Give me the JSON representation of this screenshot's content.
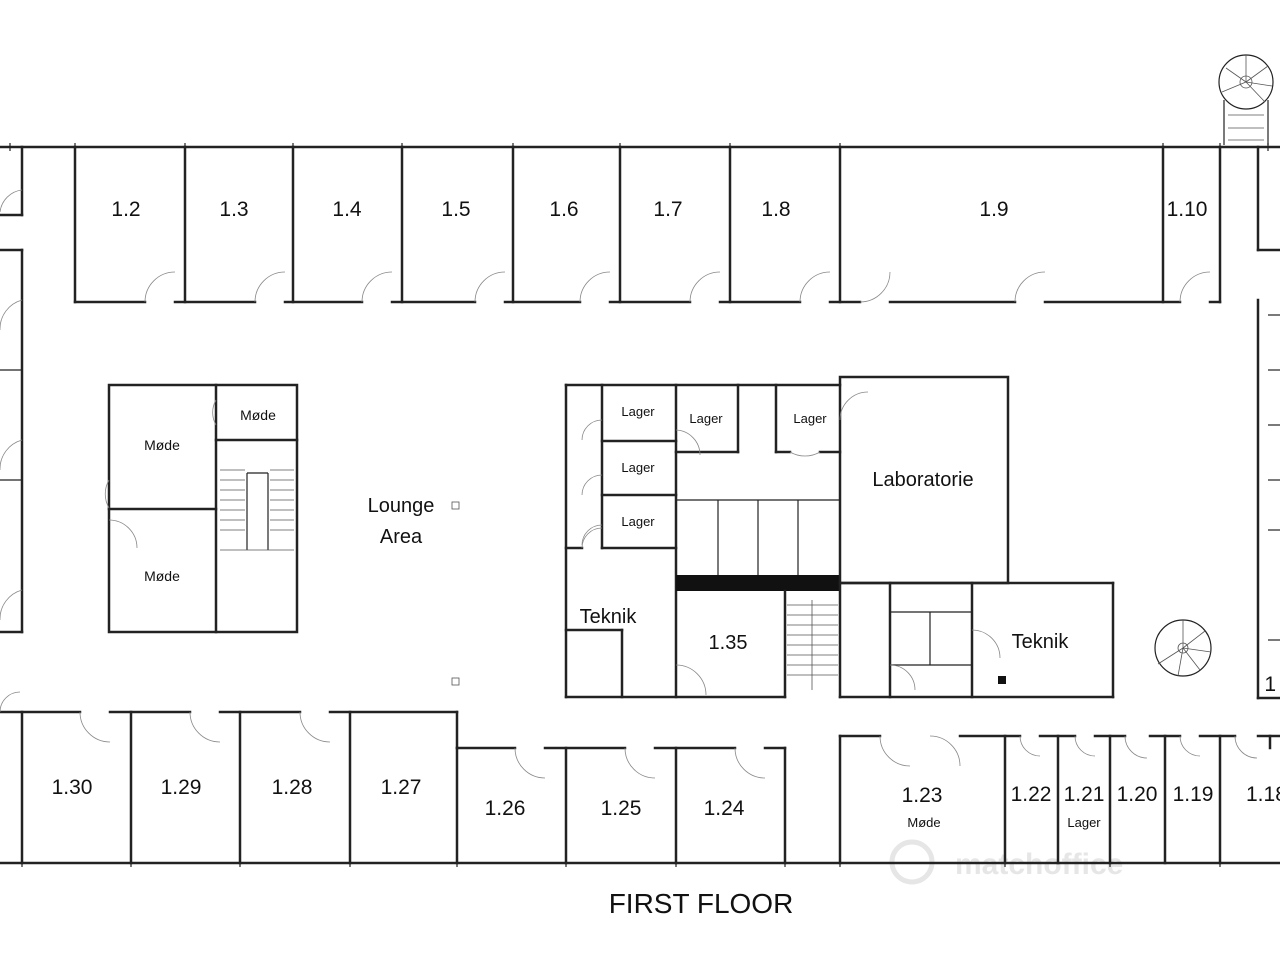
{
  "floor_title": "FIRST FLOOR",
  "watermark": "matchoffice",
  "top_rooms": [
    "1.2",
    "1.3",
    "1.4",
    "1.5",
    "1.6",
    "1.7",
    "1.8",
    "1.9",
    "1.10"
  ],
  "bottom_rooms": [
    "1.30",
    "1.29",
    "1.28",
    "1.27",
    "1.26",
    "1.25",
    "1.24",
    "1.23",
    "1.22",
    "1.21",
    "1.20",
    "1.19",
    "1.18"
  ],
  "sublabels": {
    "room_1_23": "Møde",
    "room_1_21": "Lager"
  },
  "left_block": {
    "mode_top": "Møde",
    "mode_small": "Møde",
    "mode_bottom": "Møde"
  },
  "lounge": {
    "line1": "Lounge",
    "line2": "Area"
  },
  "center_block": {
    "lager_1": "Lager",
    "lager_2": "Lager",
    "lager_3": "Lager",
    "lager_4": "Lager",
    "lager_5": "Lager",
    "teknik_left": "Teknik",
    "room_1_35": "1.35",
    "laboratorie": "Laboratorie",
    "teknik_right": "Teknik"
  },
  "right_edge_label": "1"
}
